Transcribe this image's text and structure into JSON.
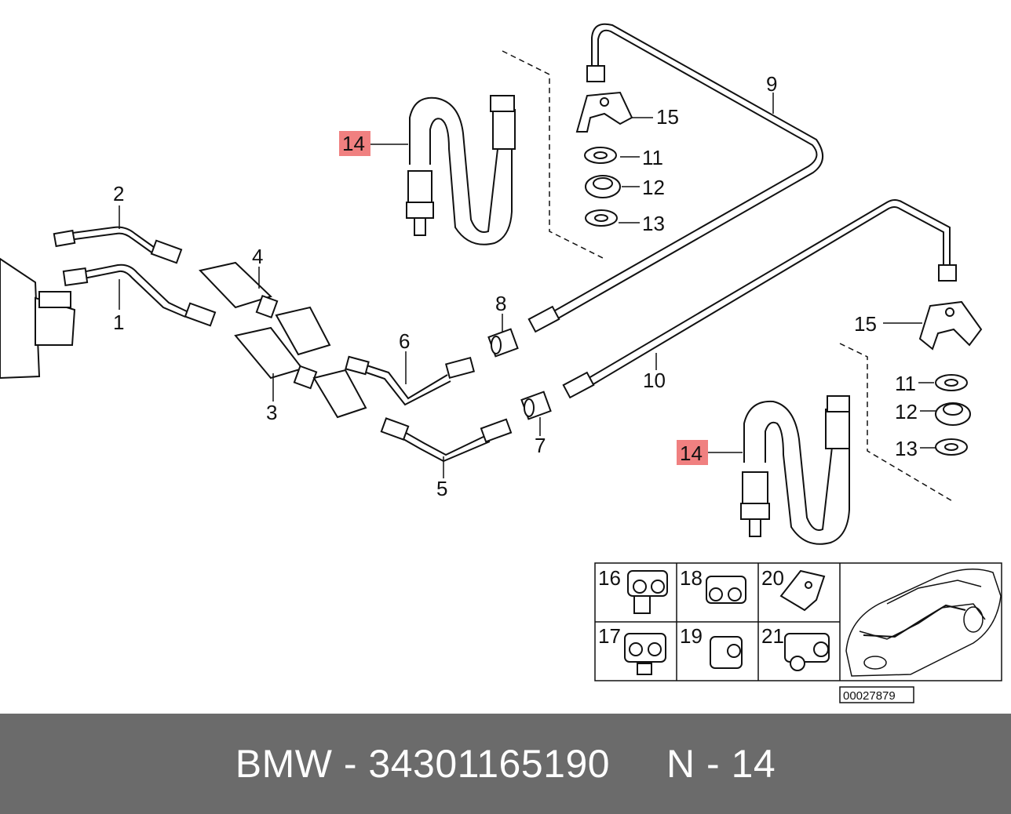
{
  "labels": {
    "p1": "1",
    "p2": "2",
    "p3": "3",
    "p4": "4",
    "p5": "5",
    "p6": "6",
    "p7": "7",
    "p8": "8",
    "p9": "9",
    "p10": "10",
    "p11a": "11",
    "p12a": "12",
    "p13a": "13",
    "p15a": "15",
    "p14a": "14",
    "p11b": "11",
    "p12b": "12",
    "p13b": "13",
    "p15b": "15",
    "p14b": "14"
  },
  "highlight_color": "#f08080",
  "inset": {
    "cells": [
      "16",
      "18",
      "20",
      "17",
      "19",
      "21"
    ]
  },
  "ref_number": "00027879",
  "footer": {
    "text": "BMW - 34301165190     N - 14"
  }
}
